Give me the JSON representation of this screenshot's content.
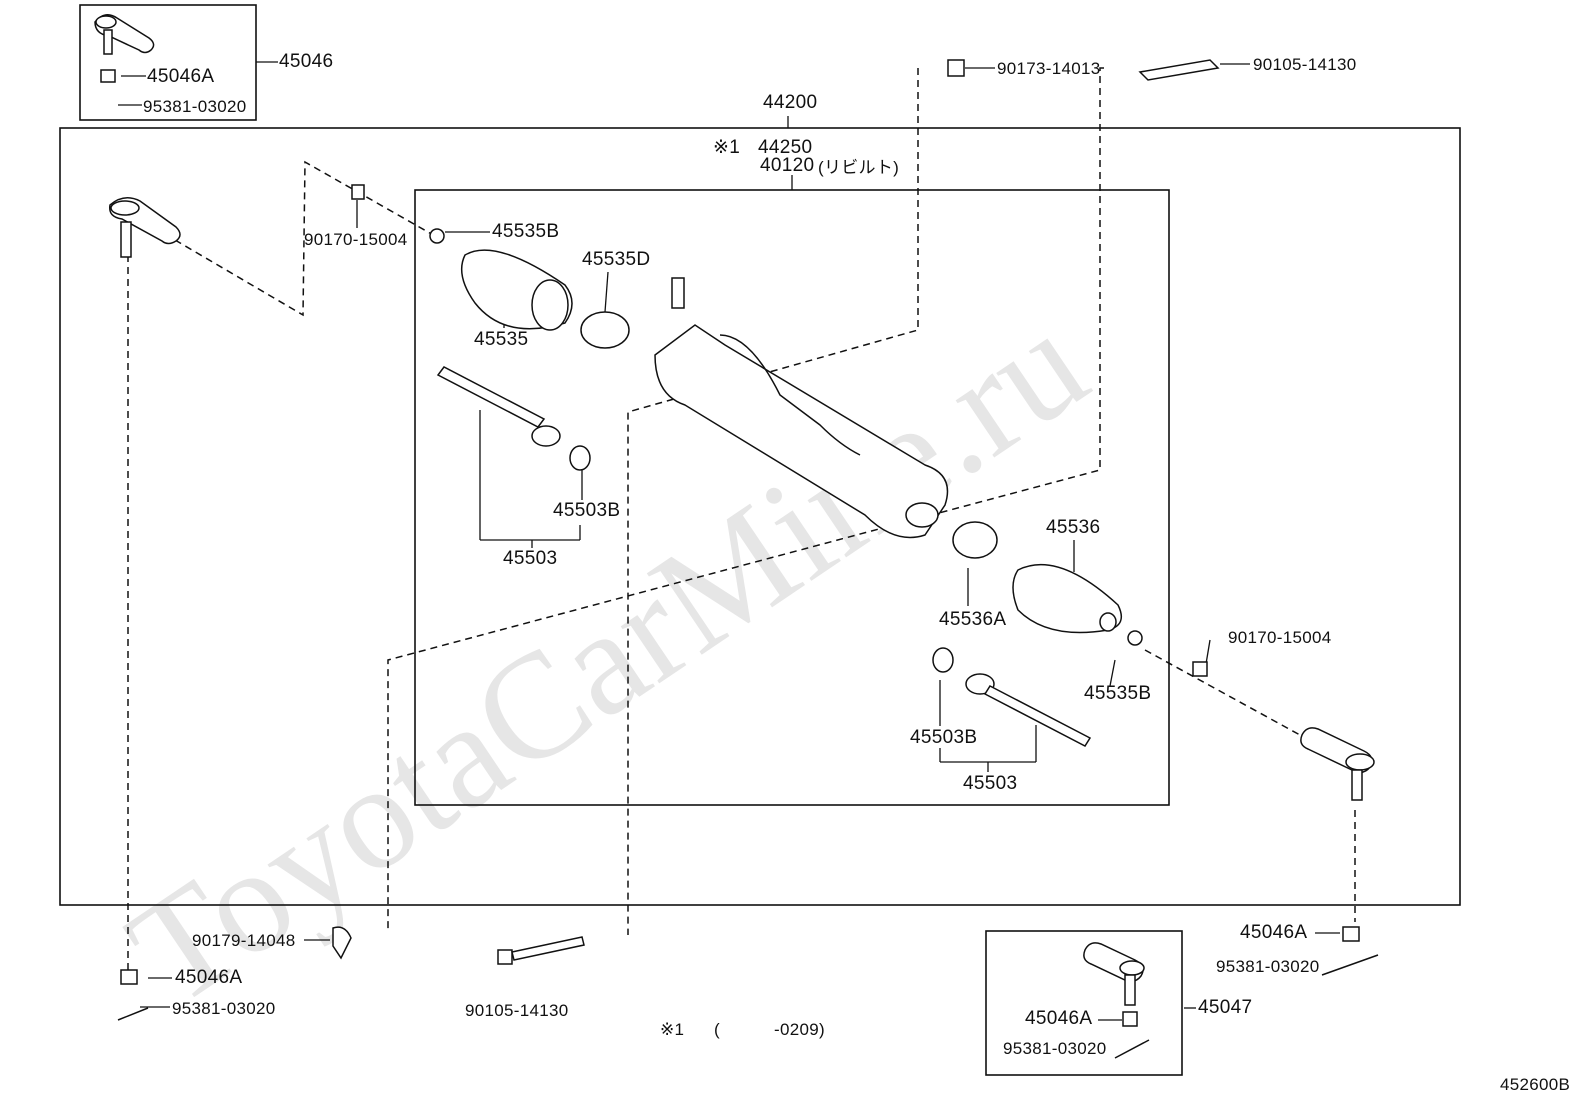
{
  "watermark": "ToyotaCarMine.ru",
  "diagram_code": "452600B",
  "footnote": {
    "mark": "※1",
    "open": "(",
    "range": "-0209)"
  },
  "assembly": {
    "number": "44200",
    "sub_mark": "※1",
    "sub_number": "44250",
    "rebuilt_number": "40120",
    "rebuilt_note": "(リビルト)"
  },
  "parts": {
    "p45046": "45046",
    "p45046A_top": "45046A",
    "p95381_top": "95381-03020",
    "p90173": "90173-14013",
    "p90105_top": "90105-14130",
    "p90170_left": "90170-15004",
    "p45535B_left": "45535B",
    "p45535D": "45535D",
    "p45535": "45535",
    "p45503B_left": "45503B",
    "p45503_left": "45503",
    "p45536": "45536",
    "p45536A": "45536A",
    "p90170_right": "90170-15004",
    "p45535B_right": "45535B",
    "p45503B_right": "45503B",
    "p45503_right": "45503",
    "p90179": "90179-14048",
    "p45046A_left": "45046A",
    "p95381_left": "95381-03020",
    "p90105_bottom": "90105-14130",
    "p45046A_right": "45046A",
    "p95381_right": "95381-03020",
    "p45046A_box": "45046A",
    "p95381_box": "95381-03020",
    "p45047": "45047"
  }
}
